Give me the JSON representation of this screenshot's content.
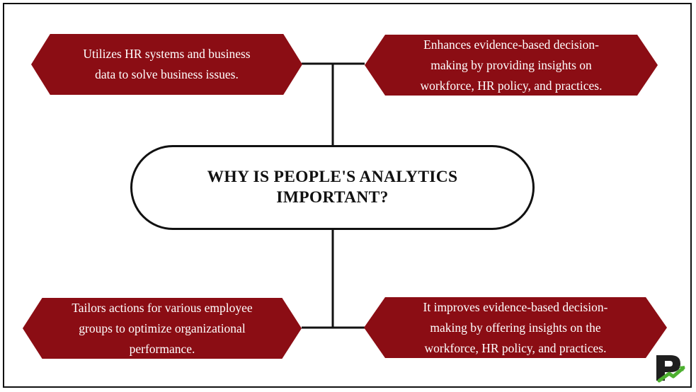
{
  "center": {
    "title": "WHY IS PEOPLE'S ANALYTICS IMPORTANT?"
  },
  "nodes": [
    {
      "position": "top-left",
      "text": "Utilizes HR systems and business data to solve business issues."
    },
    {
      "position": "top-right",
      "text": "Enhances evidence-based decision-making by providing insights on workforce, HR policy, and practices."
    },
    {
      "position": "bottom-left",
      "text": "Tailors actions for various employee groups to optimize organizational performance."
    },
    {
      "position": "bottom-right",
      "text": "It improves evidence-based decision-making by offering insights on the workforce, HR policy, and practices."
    }
  ],
  "colors": {
    "node_fill": "#8b0d14",
    "node_text": "#ffffff",
    "connector": "#111111",
    "logo_green": "#4caf2f",
    "logo_dark": "#1f1f1f"
  },
  "icons": {
    "logo": "brand-logo-p-icon"
  }
}
